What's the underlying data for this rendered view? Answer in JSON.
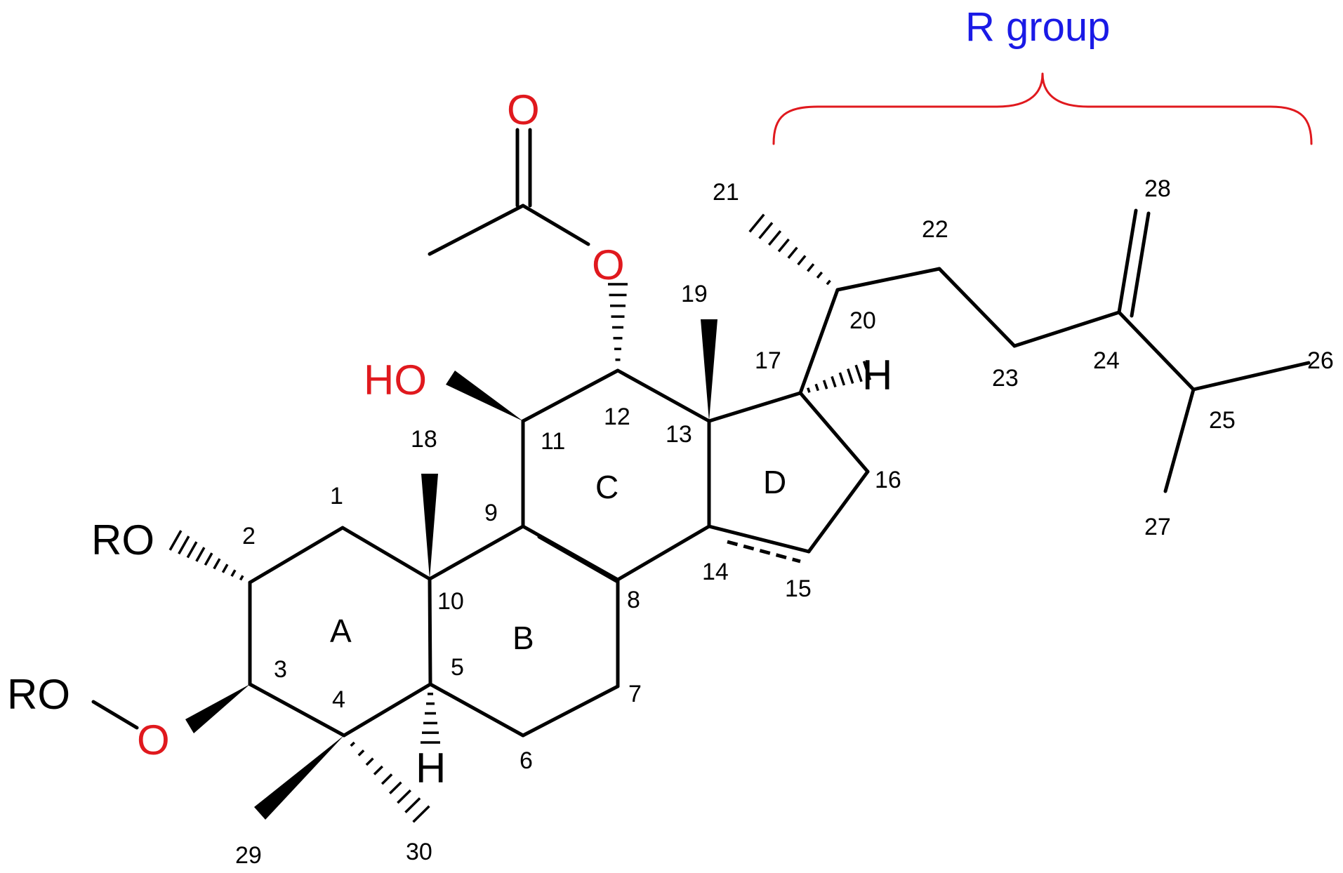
{
  "colors": {
    "bond": "#000000",
    "oxygen": "#e0191e",
    "r_group_label": "#1a1ae6",
    "r_group_brace": "#e0191e"
  },
  "r_group": {
    "label": "R group"
  },
  "atom_labels": {
    "ro_top": "RO",
    "ro_bottom": "RO",
    "o_ester": "O",
    "o_carbonyl": "O",
    "o_c3": "O",
    "ho": "HO",
    "h_c5": "H",
    "h_c17": "H"
  },
  "ring_labels": {
    "a": "A",
    "b": "B",
    "c": "C",
    "d": "D"
  },
  "locants": [
    "1",
    "2",
    "3",
    "4",
    "5",
    "6",
    "7",
    "8",
    "9",
    "10",
    "11",
    "12",
    "13",
    "14",
    "15",
    "16",
    "17",
    "18",
    "19",
    "20",
    "21",
    "22",
    "23",
    "24",
    "25",
    "26",
    "27",
    "28",
    "29",
    "30"
  ]
}
